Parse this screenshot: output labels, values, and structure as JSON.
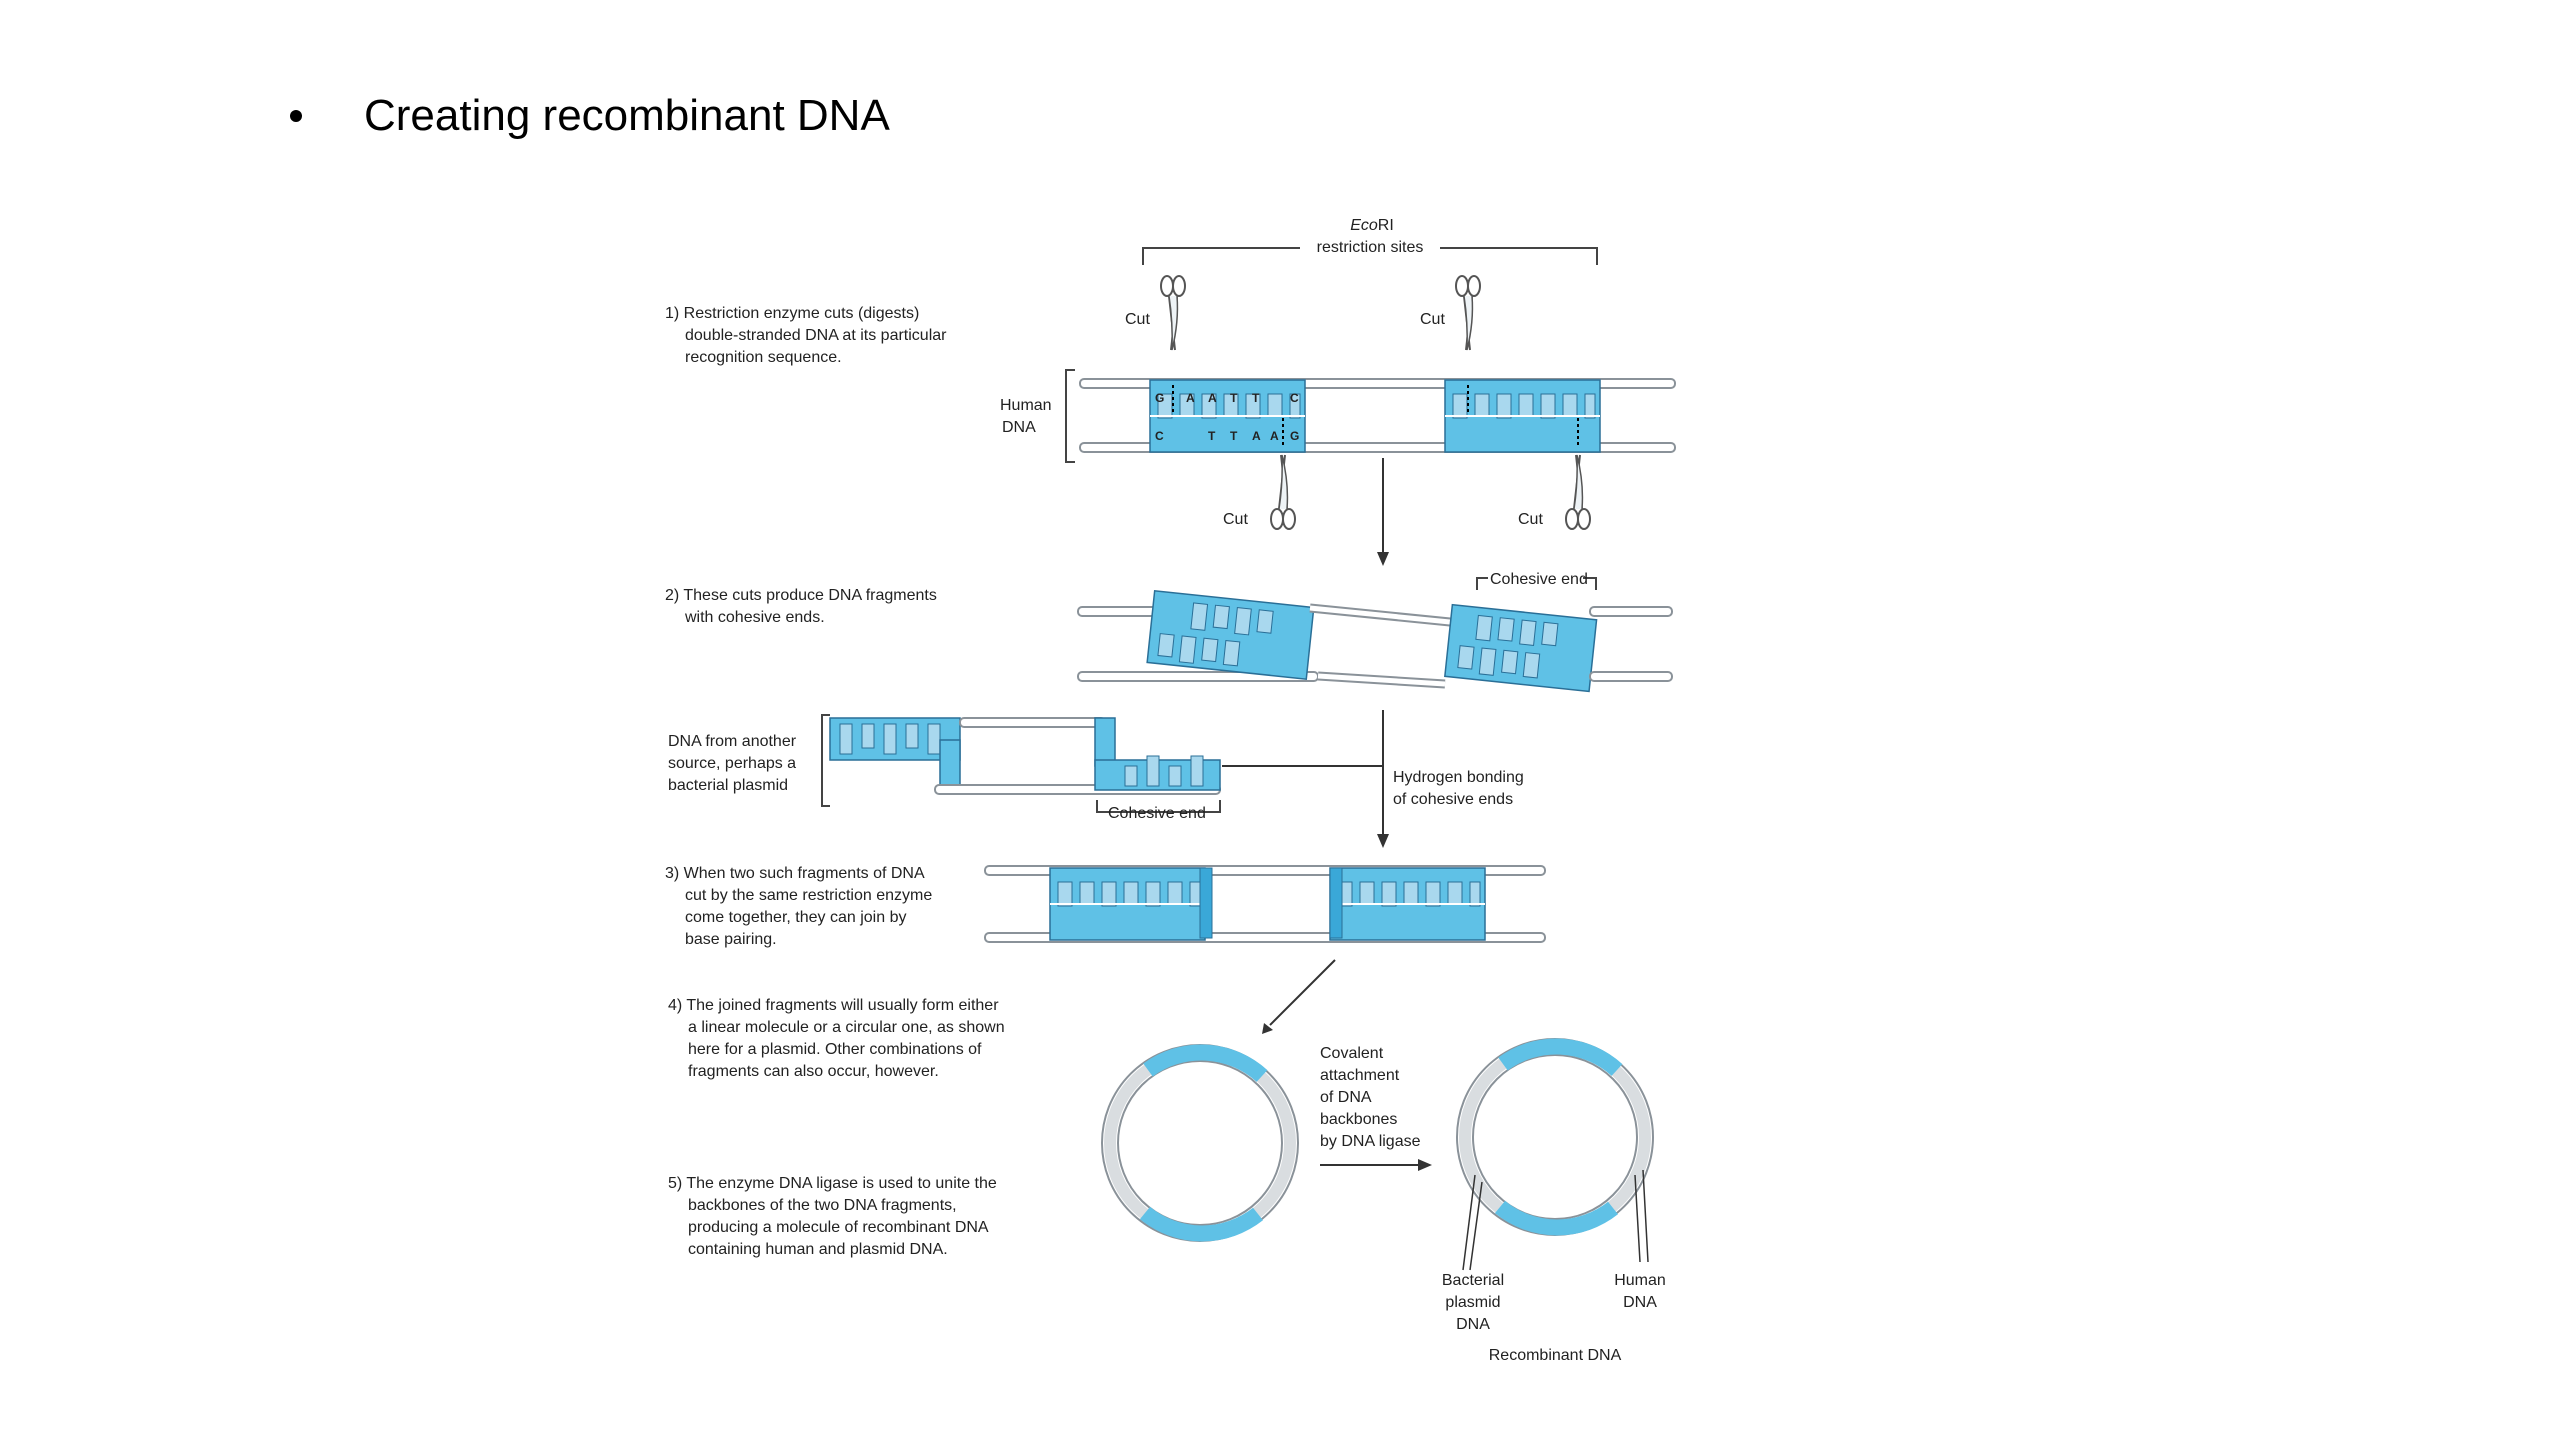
{
  "slide": {
    "title": "Creating recombinant DNA"
  },
  "diagram": {
    "ecori_label_italic": "Eco",
    "ecori_label_rest": "RI",
    "restriction_sites": "restriction sites",
    "cut": "Cut",
    "human_dna_l1": "Human",
    "human_dna_l2": "DNA",
    "cohesive_end": "Cohesive end",
    "hydrogen_l1": "Hydrogen bonding",
    "hydrogen_l2": "of cohesive ends",
    "source_l1": "DNA from another",
    "source_l2": "source, perhaps a",
    "source_l3": "bacterial plasmid",
    "covalent_l1": "Covalent",
    "covalent_l2": "attachment",
    "covalent_l3": "of DNA",
    "covalent_l4": "backbones",
    "covalent_l5": "by DNA ligase",
    "bacterial_l1": "Bacterial",
    "bacterial_l2": "plasmid",
    "bacterial_l3": "DNA",
    "human2_l1": "Human",
    "human2_l2": "DNA",
    "recombinant": "Recombinant DNA",
    "steps": {
      "s1": [
        "1) Restriction enzyme cuts (digests)",
        "double-stranded DNA at its particular",
        "recognition sequence."
      ],
      "s2": [
        "2) These cuts produce DNA fragments",
        "with cohesive ends."
      ],
      "s3": [
        "3) When two such fragments of DNA",
        "cut by the same restriction enzyme",
        "come together, they can join by",
        "base pairing."
      ],
      "s4": [
        "4) The joined fragments will usually form either",
        "a linear molecule or a circular one, as shown",
        "here for a plasmid. Other combinations of",
        "fragments can also occur, however."
      ],
      "s5": [
        "5) The enzyme DNA ligase is used to unite the",
        "backbones of the two DNA fragments,",
        "producing a molecule of recombinant DNA",
        "containing human and plasmid DNA."
      ]
    },
    "bases_top": [
      "G",
      "A",
      "A",
      "T",
      "T",
      "C"
    ],
    "bases_bottom": [
      "C",
      "T",
      "T",
      "A",
      "A",
      "G"
    ]
  },
  "colors": {
    "dna_blue": "#5fc1e6",
    "dna_light": "#a9d8ee",
    "strand": "#9aa3aa",
    "text": "#222222"
  }
}
